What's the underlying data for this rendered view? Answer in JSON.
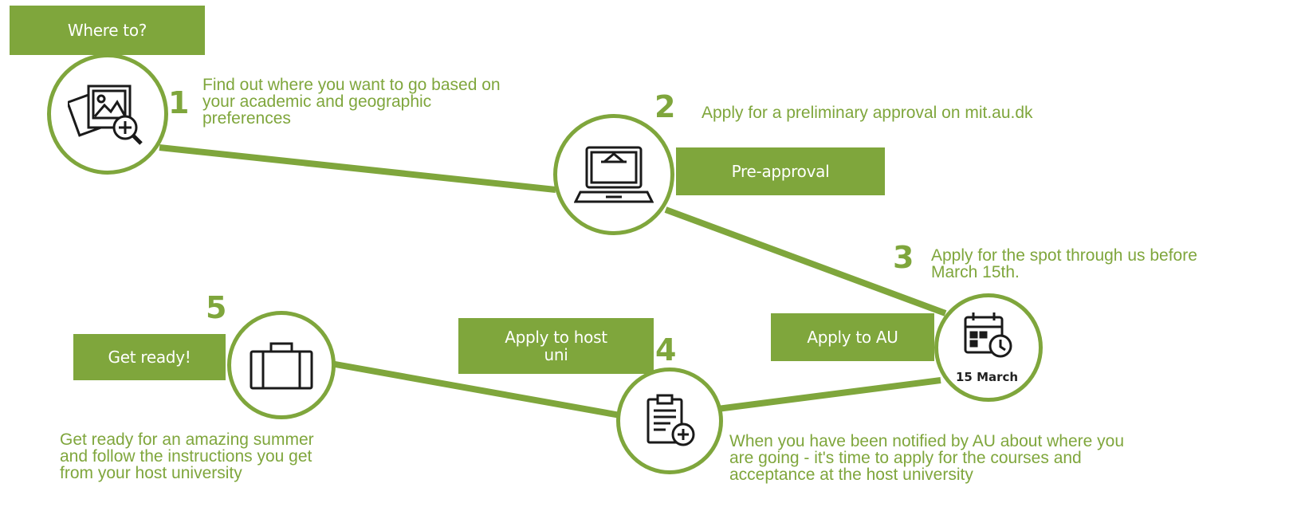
{
  "colors": {
    "accent": "#7fa63c",
    "icon": "#1a1a1a"
  },
  "steps": [
    {
      "number": "1",
      "banner": "Where to?",
      "icon": "photo-search-icon",
      "description": "Find out where you want to go based on\nyour academic and geographic\npreferences"
    },
    {
      "number": "2",
      "banner": "Pre-approval",
      "icon": "laptop-icon",
      "description": "Apply for a preliminary approval on mit.au.dk"
    },
    {
      "number": "3",
      "banner": "Apply to AU",
      "icon": "calendar-clock-icon",
      "date": "15 March",
      "description": "Apply for the spot through us before\nMarch 15th."
    },
    {
      "number": "4",
      "banner": "Apply to host\nuni",
      "icon": "clipboard-add-icon",
      "description": "When you have been notified by AU about where you\nare going - it's time to apply for the courses and\nacceptance at the host university"
    },
    {
      "number": "5",
      "banner": "Get ready!",
      "icon": "suitcase-icon",
      "description": "Get ready for an amazing summer\nand follow the instructions you get\nfrom your host university"
    }
  ]
}
